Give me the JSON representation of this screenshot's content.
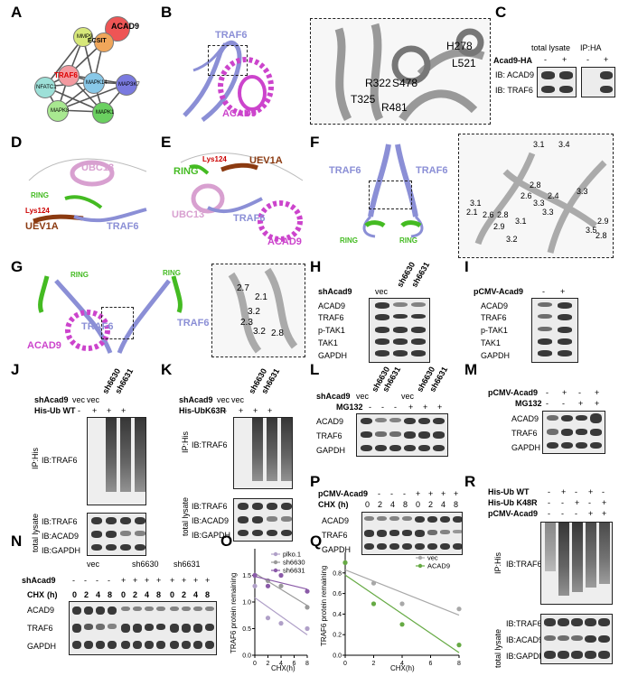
{
  "panels": [
    "A",
    "B",
    "C",
    "D",
    "E",
    "F",
    "G",
    "H",
    "I",
    "J",
    "K",
    "L",
    "M",
    "N",
    "O",
    "P",
    "Q",
    "R"
  ],
  "A": {
    "nodes": [
      "ACAD9",
      "MMP9",
      "ECSIT",
      "TRAF6",
      "NFATC1",
      "MAPK14",
      "MAP3K7",
      "MAPK8",
      "MAPK1"
    ]
  },
  "B": {
    "traf6": "TRAF6",
    "acad9": "ACAD9",
    "residues": [
      "H278",
      "L521",
      "R322",
      "S478",
      "T325",
      "R481"
    ]
  },
  "C": {
    "total_lysate": "total lysate",
    "ip_ha": "IP:HA",
    "acad9_ha": "Acad9-HA",
    "signs": [
      "-",
      "+",
      "-",
      "+"
    ],
    "rows": [
      "IB: ACAD9",
      "IB: TRAF6"
    ]
  },
  "D": {
    "labels": [
      "UBC13",
      "RING",
      "Lys124",
      "UEV1A",
      "TRAF6"
    ]
  },
  "E": {
    "labels": [
      "RING",
      "Lys124",
      "UEV1A",
      "UBC13",
      "TRAF6",
      "ACAD9"
    ]
  },
  "F": {
    "labels": [
      "TRAF6",
      "TRAF6",
      "RING",
      "RING"
    ],
    "distances": [
      "3.1",
      "3.4",
      "2.8",
      "3.3",
      "2.6",
      "2.4",
      "3.3",
      "3.1",
      "2.1",
      "2.6",
      "2.8",
      "2.9",
      "3.3",
      "3.5",
      "2.9",
      "3.2",
      "2.8",
      "3.1"
    ]
  },
  "G": {
    "labels": [
      "RING",
      "RING",
      "TRAF6",
      "TRAF6",
      "ACAD9"
    ],
    "distances": [
      "2.7",
      "2.1",
      "3.2",
      "2.3",
      "3.2",
      "2.8"
    ]
  },
  "H": {
    "header": "shAcad9",
    "lanes": [
      "vec",
      "sh6630",
      "sh6631"
    ],
    "rows": [
      "ACAD9",
      "TRAF6",
      "p-TAK1",
      "TAK1",
      "GAPDH"
    ]
  },
  "I": {
    "header": "pCMV-Acad9",
    "signs": [
      "-",
      "+"
    ],
    "rows": [
      "ACAD9",
      "TRAF6",
      "p-TAK1",
      "TAK1",
      "GAPDH"
    ]
  },
  "J": {
    "header1": "shAcad9",
    "lanes": [
      "vec",
      "vec",
      "sh6630",
      "sh6631"
    ],
    "header2": "His-Ub WT",
    "signs": [
      "-",
      "+",
      "+",
      "+"
    ],
    "ip": "IP:His",
    "ip_row": "IB:TRAF6",
    "lysate": "total lysate",
    "rows": [
      "IB:TRAF6",
      "IB:ACAD9",
      "IB:GAPDH"
    ]
  },
  "K": {
    "header1": "shAcad9",
    "lanes": [
      "vec",
      "vec",
      "sh6630",
      "sh6631"
    ],
    "header2": "His-UbK63R",
    "signs": [
      "-",
      "+",
      "+",
      "+"
    ],
    "ip": "IP:His",
    "ip_row": "IB:TRAF6",
    "lysate": "total lysate",
    "rows": [
      "IB:TRAF6",
      "IB:ACAD9",
      "IB:GAPDH"
    ]
  },
  "L": {
    "header1": "shAcad9",
    "lanes": [
      "vec",
      "sh6630",
      "sh6631",
      "vec",
      "sh6630",
      "sh6631"
    ],
    "header2": "MG132",
    "signs": [
      "-",
      "-",
      "-",
      "+",
      "+",
      "+"
    ],
    "rows": [
      "ACAD9",
      "TRAF6",
      "GAPDH"
    ]
  },
  "M": {
    "header1": "pCMV-Acad9",
    "signs1": [
      "-",
      "+",
      "-",
      "+"
    ],
    "header2": "MG132",
    "signs2": [
      "-",
      "-",
      "+",
      "+"
    ],
    "rows": [
      "ACAD9",
      "TRAF6",
      "GAPDH"
    ]
  },
  "N": {
    "groups": [
      "vec",
      "sh6630",
      "sh6631"
    ],
    "header1": "shAcad9",
    "signs": [
      "-",
      "-",
      "-",
      "-",
      "+",
      "+",
      "+",
      "+",
      "+",
      "+",
      "+",
      "+"
    ],
    "header2": "CHX",
    "unit": "(h)",
    "times": [
      "0",
      "2",
      "4",
      "8",
      "0",
      "2",
      "4",
      "8",
      "0",
      "2",
      "4",
      "8"
    ],
    "rows": [
      "ACAD9",
      "TRAF6",
      "GAPDH"
    ]
  },
  "O": {
    "ylabel": "TRAF6 protein remaining",
    "xlabel": "CHX(h)",
    "xticks": [
      "0",
      "2",
      "4",
      "6",
      "8"
    ],
    "yticks": [
      "0.0",
      "0.5",
      "1.0",
      "1.5"
    ],
    "legend": [
      "plko.1",
      "sh6630",
      "sh6631"
    ]
  },
  "P": {
    "header1": "pCMV-Acad9",
    "signs": [
      "-",
      "-",
      "-",
      "-",
      "+",
      "+",
      "+",
      "+"
    ],
    "header2": "CHX",
    "unit": "(h)",
    "times": [
      "0",
      "2",
      "4",
      "8",
      "0",
      "2",
      "4",
      "8"
    ],
    "rows": [
      "ACAD9",
      "TRAF6",
      "GAPDH"
    ]
  },
  "Q": {
    "ylabel": "TRAF6 protein remaining",
    "xlabel": "CHX(h)",
    "xticks": [
      "0",
      "2",
      "4",
      "6",
      "8"
    ],
    "yticks": [
      "0.0",
      "0.2",
      "0.4",
      "0.6",
      "0.8"
    ],
    "legend": [
      "vec",
      "ACAD9"
    ]
  },
  "R": {
    "headers": [
      "His-Ub WT",
      "His-Ub K48R",
      "pCMV-Acad9"
    ],
    "signs": [
      [
        "-",
        "+",
        "-",
        "+",
        "-"
      ],
      [
        "-",
        "-",
        "+",
        "-",
        "+"
      ],
      [
        "-",
        "-",
        "-",
        "+",
        "+"
      ]
    ],
    "ip": "IP:His",
    "ip_row": "IB:TRAF6",
    "lysate": "total lysate",
    "rows": [
      "IB:TRAF6",
      "IB:ACAD9",
      "IB:GAPDH"
    ]
  },
  "colors": {
    "traf6": "#8b8fd6",
    "acad9": "#cc44cc",
    "ring": "#44bb22",
    "uev1a": "#8b3a10",
    "lys": "#cc0000",
    "plko": "#b0a0c8",
    "sh6630": "#9a9a9a",
    "sh6631": "#8a5aa8",
    "vec": "#a8a8a8",
    "acad9_line": "#66aa44"
  },
  "chart_data": [
    {
      "type": "scatter",
      "panel": "O",
      "xlabel": "CHX(h)",
      "ylabel": "TRAF6 protein remaining",
      "xlim": [
        0,
        8
      ],
      "ylim": [
        0,
        2
      ],
      "series": [
        {
          "name": "plko.1",
          "x": [
            0,
            2,
            4,
            8
          ],
          "y": [
            1.3,
            0.7,
            0.6,
            0.5
          ]
        },
        {
          "name": "sh6630",
          "x": [
            0,
            2,
            4,
            8
          ],
          "y": [
            1.5,
            1.4,
            1.3,
            0.9
          ]
        },
        {
          "name": "sh6631",
          "x": [
            0,
            2,
            4,
            8
          ],
          "y": [
            1.5,
            1.3,
            1.5,
            1.2
          ]
        }
      ]
    },
    {
      "type": "scatter",
      "panel": "Q",
      "xlabel": "CHX(h)",
      "ylabel": "TRAF6 protein remaining",
      "xlim": [
        0,
        8
      ],
      "ylim": [
        0,
        1
      ],
      "series": [
        {
          "name": "vec",
          "x": [
            0,
            2,
            4,
            8
          ],
          "y": [
            0.9,
            0.7,
            0.5,
            0.45
          ]
        },
        {
          "name": "ACAD9",
          "x": [
            0,
            2,
            4,
            8
          ],
          "y": [
            0.9,
            0.5,
            0.3,
            0.1
          ]
        }
      ]
    }
  ]
}
